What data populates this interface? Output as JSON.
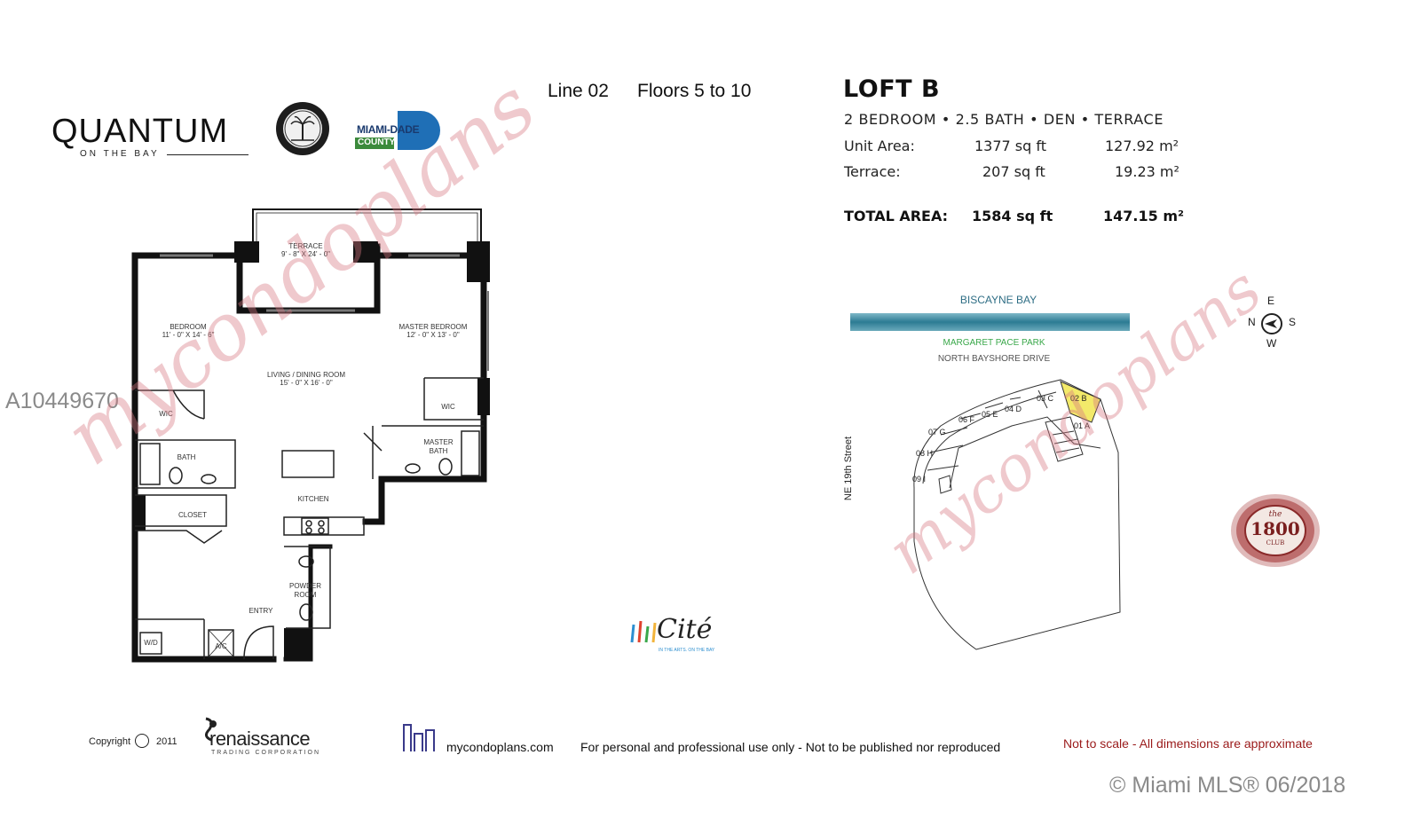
{
  "header": {
    "line": "Line 02",
    "floors": "Floors 5 to 10"
  },
  "logos": {
    "quantum": "QUANTUM",
    "quantum_sub": "ON THE BAY",
    "miami_dade_top": "MIAMI-DADE",
    "miami_dade_bottom": "COUNTY",
    "club_the": "the",
    "club_number": "1800",
    "club_word": "CLUB",
    "cite": "Cité",
    "cite_sub": "IN THE ARTS. ON THE BAY",
    "renaissance": "renaissance",
    "renaissance_sub": "TRADING CORPORATION"
  },
  "unit": {
    "title": "LOFT B",
    "subtitle": "2 BEDROOM • 2.5 BATH • DEN • TERRACE",
    "areas": [
      {
        "label": "Unit Area:",
        "sqft": "1377 sq ft",
        "sqm": "127.92 m²"
      },
      {
        "label": "Terrace:",
        "sqft": "207 sq ft",
        "sqm": "19.23 m²"
      }
    ],
    "total": {
      "label": "TOTAL AREA:",
      "sqft": "1584 sq ft",
      "sqm": "147.15 m²"
    }
  },
  "floorplan": {
    "rooms": {
      "terrace": "TERRACE",
      "terrace_dim": "9' - 8\" X 24' - 0\"",
      "bedroom": "BEDROOM",
      "bedroom_dim": "11' - 0\" X 14' - 6\"",
      "master": "MASTER BEDROOM",
      "master_dim": "12' - 0\" X 13' - 0\"",
      "living": "LIVING / DINING ROOM",
      "living_dim": "15' - 0\" X 16' - 0\"",
      "wic_left": "WIC",
      "wic_right": "WIC",
      "bath": "BATH",
      "master_bath": "MASTER BATH",
      "closet": "CLOSET",
      "kitchen": "KITCHEN",
      "powder": "POWDER ROOM",
      "entry": "ENTRY",
      "wd": "W/D",
      "ac": "A/C"
    }
  },
  "siteplan": {
    "bay": "BISCAYNE BAY",
    "park": "MARGARET PACE PARK",
    "drive": "NORTH BAYSHORE DRIVE",
    "street": "NE 19th Street",
    "units": [
      "09 I",
      "08 H",
      "07 G",
      "06 F",
      "05 E",
      "04 D",
      "03 C",
      "02 B",
      "01 A"
    ],
    "compass": {
      "e": "E",
      "n": "N",
      "s": "S",
      "w": "W"
    },
    "highlight_color": "#f3ea6a",
    "bay_color": "#3f8ea6",
    "park_color": "#3aa84a"
  },
  "footer": {
    "copyright": "Copyright",
    "year": "2011",
    "site": "mycondoplans.com",
    "notice": "For personal and professional use only - Not to be published nor reproduced",
    "scale": "Not to scale - All dimensions are approximate",
    "scale_color": "#9a1a1a"
  },
  "watermarks": {
    "text": "mycondoplans",
    "listing_id": "A10449670",
    "mls": "© Miami MLS® 06/2018"
  }
}
